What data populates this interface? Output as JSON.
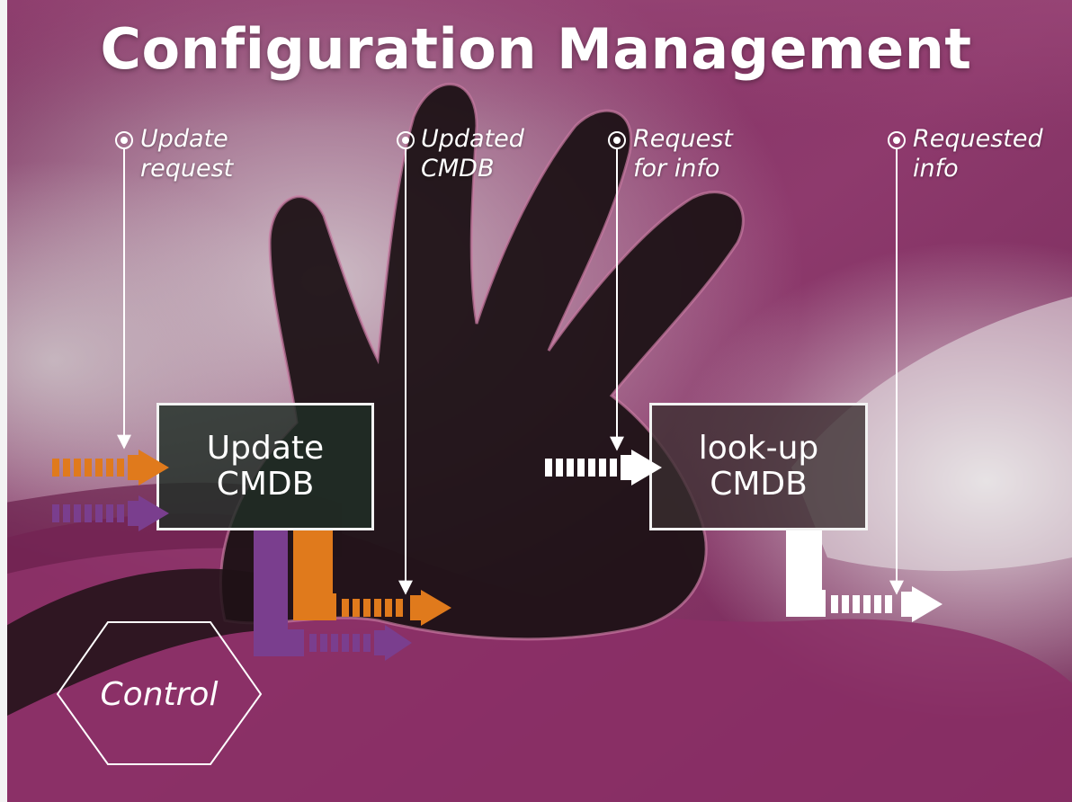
{
  "title": "Configuration Management",
  "labels": {
    "update_request": [
      "Update",
      "request"
    ],
    "updated_cmdb": [
      "Updated",
      "CMDB"
    ],
    "request_for_info": [
      "Request",
      "for info"
    ],
    "requested_info": [
      "Requested",
      "info"
    ]
  },
  "boxes": {
    "update_cmdb": [
      "Update",
      "CMDB"
    ],
    "lookup_cmdb": [
      "look-up",
      "CMDB"
    ]
  },
  "control": "Control",
  "icons": {
    "input_marker": "target-dot-icon",
    "arrow": "dashed-arrow-icon",
    "control_shape": "hexagon"
  },
  "colors": {
    "orange": "#e07a1c",
    "purple": "#7a3e8e",
    "white": "#ffffff",
    "magenta_bg": "#8a3268"
  }
}
